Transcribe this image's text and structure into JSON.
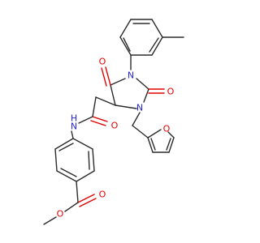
{
  "structure": {
    "atom_labels": {
      "o_ketone": "O",
      "o_urea": "O",
      "o_amide": "O",
      "o_furan": "O",
      "o_ester_carbonyl": "O",
      "o_ester_alkoxy": "O",
      "n_aryl": "N",
      "n_furfuryl": "N",
      "n_amide": "H\nN"
    },
    "colors": {
      "bond": "#2b2b2b",
      "oxygen": "#e00000",
      "nitrogen": "#2424d8"
    }
  }
}
